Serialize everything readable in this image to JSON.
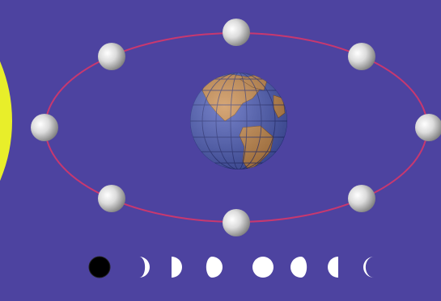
{
  "diagram": {
    "background": "#4d43a0",
    "orbit_color": "#c8386f",
    "sun_color": "#e8ee2a",
    "earth_ocean": "#4a5ab8",
    "earth_land": "#c98a4a",
    "moon_light": "#f4f4f4",
    "moon_dark": "#8a8a8a",
    "phase_light": "#ffffff",
    "phase_dark": "#000000",
    "orbit_moons": [
      {
        "name": "orbit-moon-top"
      },
      {
        "name": "orbit-moon-top-right"
      },
      {
        "name": "orbit-moon-right"
      },
      {
        "name": "orbit-moon-bottom-right"
      },
      {
        "name": "orbit-moon-bottom"
      },
      {
        "name": "orbit-moon-bottom-left"
      },
      {
        "name": "orbit-moon-left"
      },
      {
        "name": "orbit-moon-top-left"
      }
    ],
    "phases": [
      {
        "name": "phase-new-moon"
      },
      {
        "name": "phase-waxing-crescent"
      },
      {
        "name": "phase-first-quarter"
      },
      {
        "name": "phase-waxing-gibbous"
      },
      {
        "name": "phase-full-moon"
      },
      {
        "name": "phase-waning-gibbous"
      },
      {
        "name": "phase-last-quarter"
      },
      {
        "name": "phase-waning-crescent"
      }
    ]
  }
}
